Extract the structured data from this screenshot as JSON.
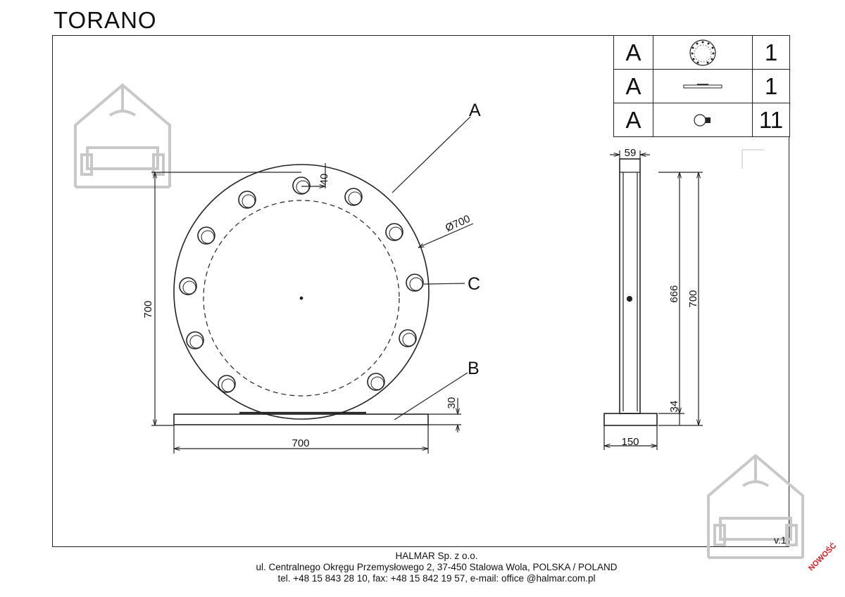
{
  "title": "TORANO",
  "parts_table": [
    {
      "letter": "A",
      "icon": "round-mirror-icon",
      "qty": "1"
    },
    {
      "letter": "A",
      "icon": "base-plate-icon",
      "qty": "1"
    },
    {
      "letter": "A",
      "icon": "bulb-icon",
      "qty": "11"
    }
  ],
  "callouts": {
    "a": "A",
    "b": "B",
    "c": "C"
  },
  "dimensions": {
    "overall_height": "700",
    "bulb_offset": "40",
    "diameter": "Ø700",
    "base_height": "30",
    "base_width": "700",
    "side_top_width": "59",
    "side_inner_height": "666",
    "side_total_height": "700",
    "side_base_height": "34",
    "side_base_width": "150"
  },
  "version": "v.1",
  "footer": {
    "company": "HALMAR Sp. z o.o.",
    "address": "ul. Centralnego Okręgu Przemysłowego 2, 37-450 Stalowa Wola, POLSKA / POLAND",
    "contact": "tel. +48 15 843 28 10, fax: +48 15 842 19 57, e-mail: office @halmar.com.pl"
  },
  "badge": "NOWOŚĆ",
  "colors": {
    "line": "#222222",
    "watermark": "#c8c8c8",
    "badge": "#d71920"
  }
}
